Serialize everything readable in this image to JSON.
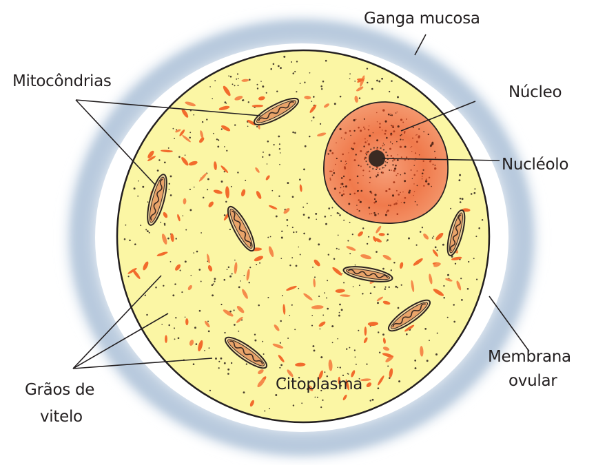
{
  "labels": {
    "ganga_mucosa": "Ganga mucosa",
    "mitocondrias": "Mitocôndrias",
    "nucleo": "Núcleo",
    "nucleolo": "Nucléolo",
    "membrana_line1": "Membrana",
    "membrana_line2": "ovular",
    "graos_line1": "Grãos de",
    "graos_line2": "vitelo",
    "citoplasma": "Citoplasma"
  },
  "colors": {
    "cytoplasm": "#fbf6a4",
    "nucleus": "#f07a4c",
    "yolk_granules": "#f26b2c",
    "jelly_coat": "#a9bfd6",
    "membrane": "#231f20"
  }
}
